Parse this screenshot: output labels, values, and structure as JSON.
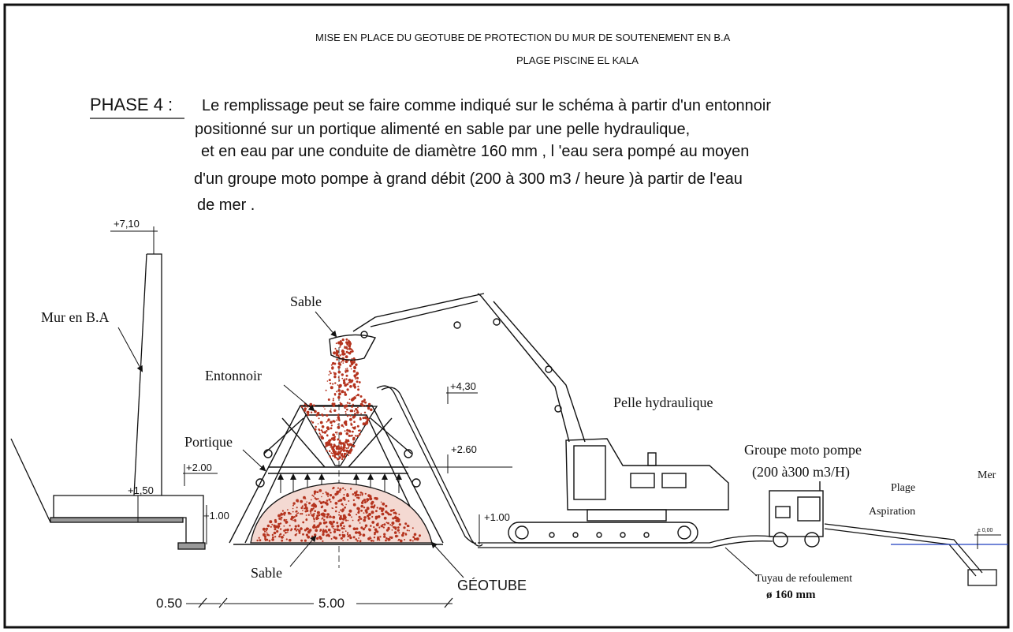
{
  "header": {
    "title_line1": "MISE EN PLACE DU GEOTUBE DE PROTECTION  DU MUR  DE SOUTENEMENT EN B.A",
    "title_line2": "PLAGE PISCINE EL KALA"
  },
  "phase": {
    "label": "PHASE 4 :",
    "lines": [
      "Le remplissage peut  se  faire comme  indiqué sur  le schéma  à partir  d'un entonnoir",
      "positionné  sur  un  portique  alimenté  en sable  par  une  pelle  hydraulique,",
      "et  en  eau  par  une  conduite  de diamètre 160 mm , l 'eau  sera  pompé  au moyen",
      "d'un groupe   moto   pompe   à  grand débit   (200  à  300 m3 / heure )à partir de  l'eau",
      "de  mer ."
    ]
  },
  "labels": {
    "mur": "Mur en B.A",
    "sable_top": "Sable",
    "entonnoir": "Entonnoir",
    "portique": "Portique",
    "sable_bottom": "Sable",
    "geotube": "GÉOTUBE",
    "pelle": "Pelle  hydraulique",
    "groupe1": "Groupe moto pompe",
    "groupe2": "(200  à300 m3/H)",
    "plage": "Plage",
    "aspiration": "Aspiration",
    "mer": "Mer",
    "tuyau1": "Tuyau de refoulement",
    "tuyau2": "ø  160 mm"
  },
  "levels": {
    "l710": "+7,10",
    "l430": "+4,30",
    "l260": "+2.60",
    "l200": "+2.00",
    "l150": "+1,50",
    "l100a": "+1.00",
    "l100b": "+1.00",
    "l000": "± 0,00"
  },
  "dims": {
    "d050": "0.50",
    "d500": "5.00"
  },
  "colors": {
    "sand": "#b5341f",
    "water_line": "#1f3fbf"
  }
}
